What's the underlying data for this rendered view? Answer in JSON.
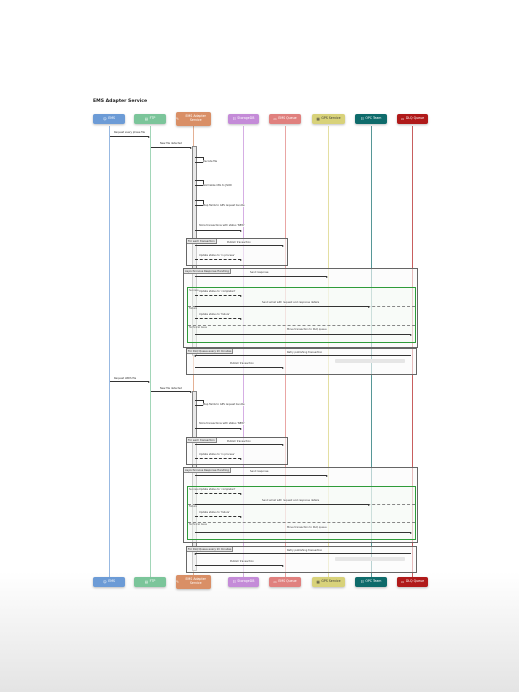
{
  "title": "EMS Adapter Service",
  "participants": [
    {
      "id": "ems",
      "label": "EMS",
      "icon": "user-icon",
      "color": "#6c9bd6"
    },
    {
      "id": "ftp",
      "label": "FTP",
      "icon": "folder-icon",
      "color": "#7bc59a"
    },
    {
      "id": "adapter",
      "label": "EMS Adapter Service",
      "icon": "tool-icon",
      "color": "#d98f66"
    },
    {
      "id": "storage",
      "label": "StorageDB",
      "icon": "database-icon",
      "color": "#c48bd8"
    },
    {
      "id": "queue",
      "label": "EMS Queue",
      "icon": "queue-icon",
      "color": "#e0807e"
    },
    {
      "id": "gps",
      "label": "GPS Service",
      "icon": "server-icon",
      "color": "#d8d27a"
    },
    {
      "id": "team",
      "label": "OPC Team",
      "icon": "team-icon",
      "color": "#0e6b6b"
    },
    {
      "id": "dlq",
      "label": "DLQ Queue",
      "icon": "queue-icon",
      "color": "#b01a1a"
    }
  ],
  "messages": {
    "request_file_1": "Request every phase file",
    "new_file": "New file detected",
    "decode": "Decode file",
    "normalize": "Normalize CBL to JSON",
    "map_fields": "Map fields to GPS request bundle",
    "store_tx": "Store transactions with status 'NEW'",
    "publish": "Publish transaction",
    "update_processing": "Update status to 'in process'",
    "send_response": "Send response",
    "update_completed": "Update status to 'completed'",
    "send_email": "Send email with request and response details",
    "update_failed": "Update status to 'failure'",
    "move_dlq": "Move transaction to DLQ queue",
    "retry_publish": "Retry publishing transaction",
    "request_again": "Request LBDS file",
    "publish_tx": "Publish transaction"
  },
  "frames": {
    "loop_each": "For each transaction",
    "async_response": "Asynchronous Response Handling",
    "alt_success": "Success",
    "alt_failure": "Failure",
    "alt_technical": "Technical Issue",
    "retry_dlq": "For DLQ Queue every 1h minutes"
  }
}
